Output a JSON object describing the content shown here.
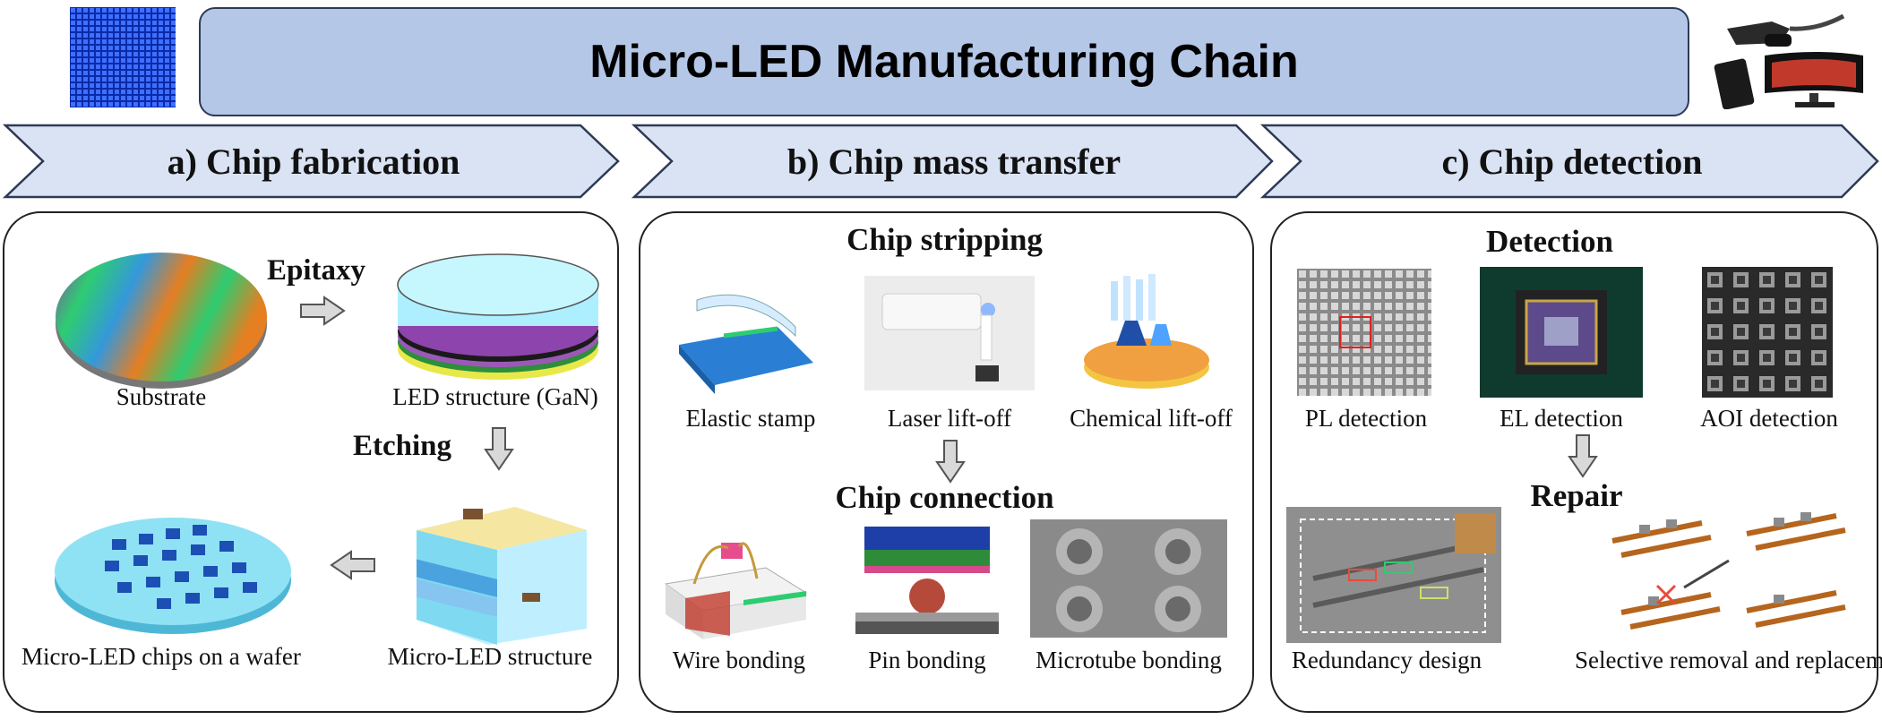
{
  "header": {
    "title": "Micro-LED Manufacturing Chain"
  },
  "colors": {
    "title_fill": "#b4c7e7",
    "chevron_fill": "#dae3f3",
    "outline": "#2e3a55",
    "arrow_fill": "#d9d9d9"
  },
  "sections": [
    {
      "heading": "a) Chip fabrication",
      "steps": {
        "epitaxy": "Epitaxy",
        "etching": "Etching"
      },
      "items": {
        "substrate": "Substrate",
        "led_structure": "LED structure (GaN)",
        "micro_led_structure": "Micro-LED structure",
        "chips_on_wafer": "Micro-LED chips on a wafer"
      }
    },
    {
      "heading": "b) Chip mass transfer",
      "stripping": {
        "title": "Chip stripping",
        "items": [
          "Elastic stamp",
          "Laser lift-off",
          "Chemical lift-off"
        ]
      },
      "connection": {
        "title": "Chip connection",
        "items": [
          "Wire bonding",
          "Pin bonding",
          "Microtube bonding"
        ]
      }
    },
    {
      "heading": "c) Chip detection",
      "detection": {
        "title": "Detection",
        "items": [
          "PL detection",
          "EL detection",
          "AOI detection"
        ]
      },
      "repair": {
        "title": "Repair",
        "items": [
          "Redundancy design",
          "Selective removal and replacement"
        ]
      }
    }
  ],
  "icons": [
    "microled-pixel-grid-image",
    "vr-headset-phone-monitor-image",
    "process-arrow-icon"
  ]
}
